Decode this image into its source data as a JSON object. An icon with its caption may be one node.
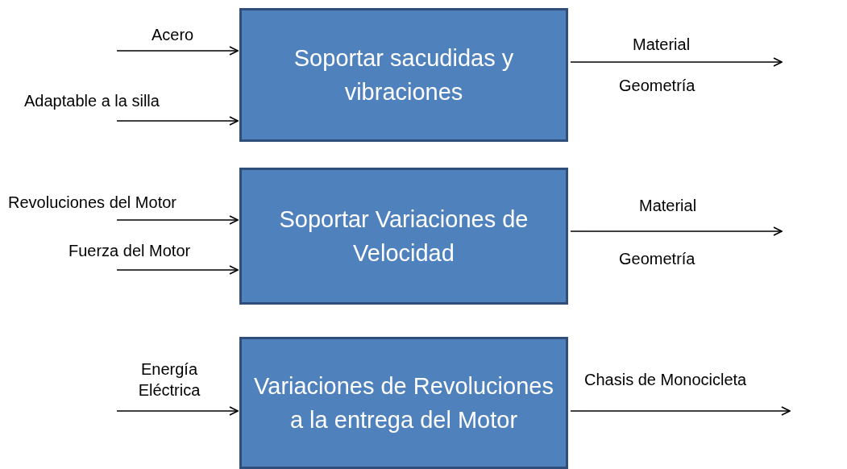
{
  "diagram": {
    "nodes": [
      {
        "text": [
          "Soportar sacudidas y vibraciones"
        ]
      },
      {
        "text": [
          "Soportar Variaciones de Velocidad"
        ]
      },
      {
        "text": [
          "Variaciones de Revoluciones a la entrega del Motor"
        ]
      }
    ],
    "edges": [
      {
        "from": null,
        "to": 0,
        "arrow": "to",
        "label": "Acero"
      },
      {
        "from": null,
        "to": 0,
        "arrow": "to",
        "label": "Adaptable a la silla"
      },
      {
        "from": 0,
        "to": null,
        "arrow": "to",
        "label": "Material"
      },
      {
        "from": null,
        "to": 1,
        "arrow": "to",
        "label": "Revoluciones del Motor"
      },
      {
        "from": null,
        "to": 1,
        "arrow": "to",
        "label": "Fuerza del Motor"
      },
      {
        "from": 1,
        "to": null,
        "arrow": "to",
        "label": "Material"
      },
      {
        "from": null,
        "to": 2,
        "arrow": "to",
        "label": "Energía Eléctrica"
      },
      {
        "from": 2,
        "to": null,
        "arrow": "to",
        "label": "Chasis de Monocicleta"
      }
    ],
    "labels": [
      "Geometría",
      "Geometría"
    ]
  }
}
